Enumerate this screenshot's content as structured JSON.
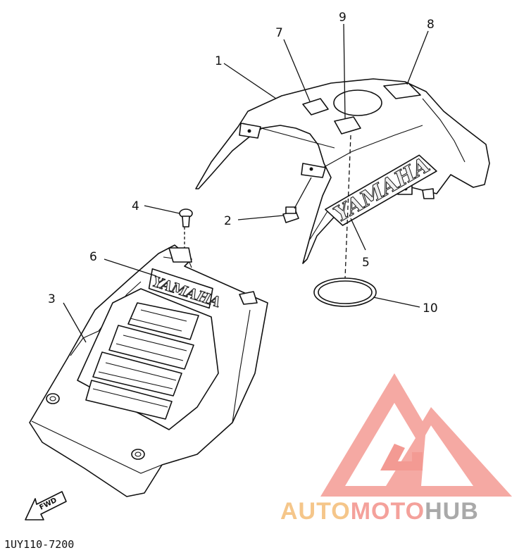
{
  "diagram": {
    "callouts": [
      {
        "id": "c1",
        "label": "1"
      },
      {
        "id": "c2",
        "label": "2"
      },
      {
        "id": "c3",
        "label": "3"
      },
      {
        "id": "c4",
        "label": "4"
      },
      {
        "id": "c5",
        "label": "5"
      },
      {
        "id": "c6",
        "label": "6"
      },
      {
        "id": "c7",
        "label": "7"
      },
      {
        "id": "c8",
        "label": "8"
      },
      {
        "id": "c9",
        "label": "9"
      },
      {
        "id": "c10",
        "label": "10"
      }
    ],
    "decal_text_rear": "YAMAHA",
    "decal_text_front": "YAMAHA",
    "direction_label": "FWD",
    "drawing_code": "1UY110-7200"
  },
  "watermark": {
    "part1": "AUTO",
    "part2": "MOTO",
    "part3": "HUB",
    "colors": {
      "orange": "#f5c68a",
      "red": "#f4a19b",
      "gray": "#a9a9a9",
      "logo": "#f39a93"
    }
  }
}
